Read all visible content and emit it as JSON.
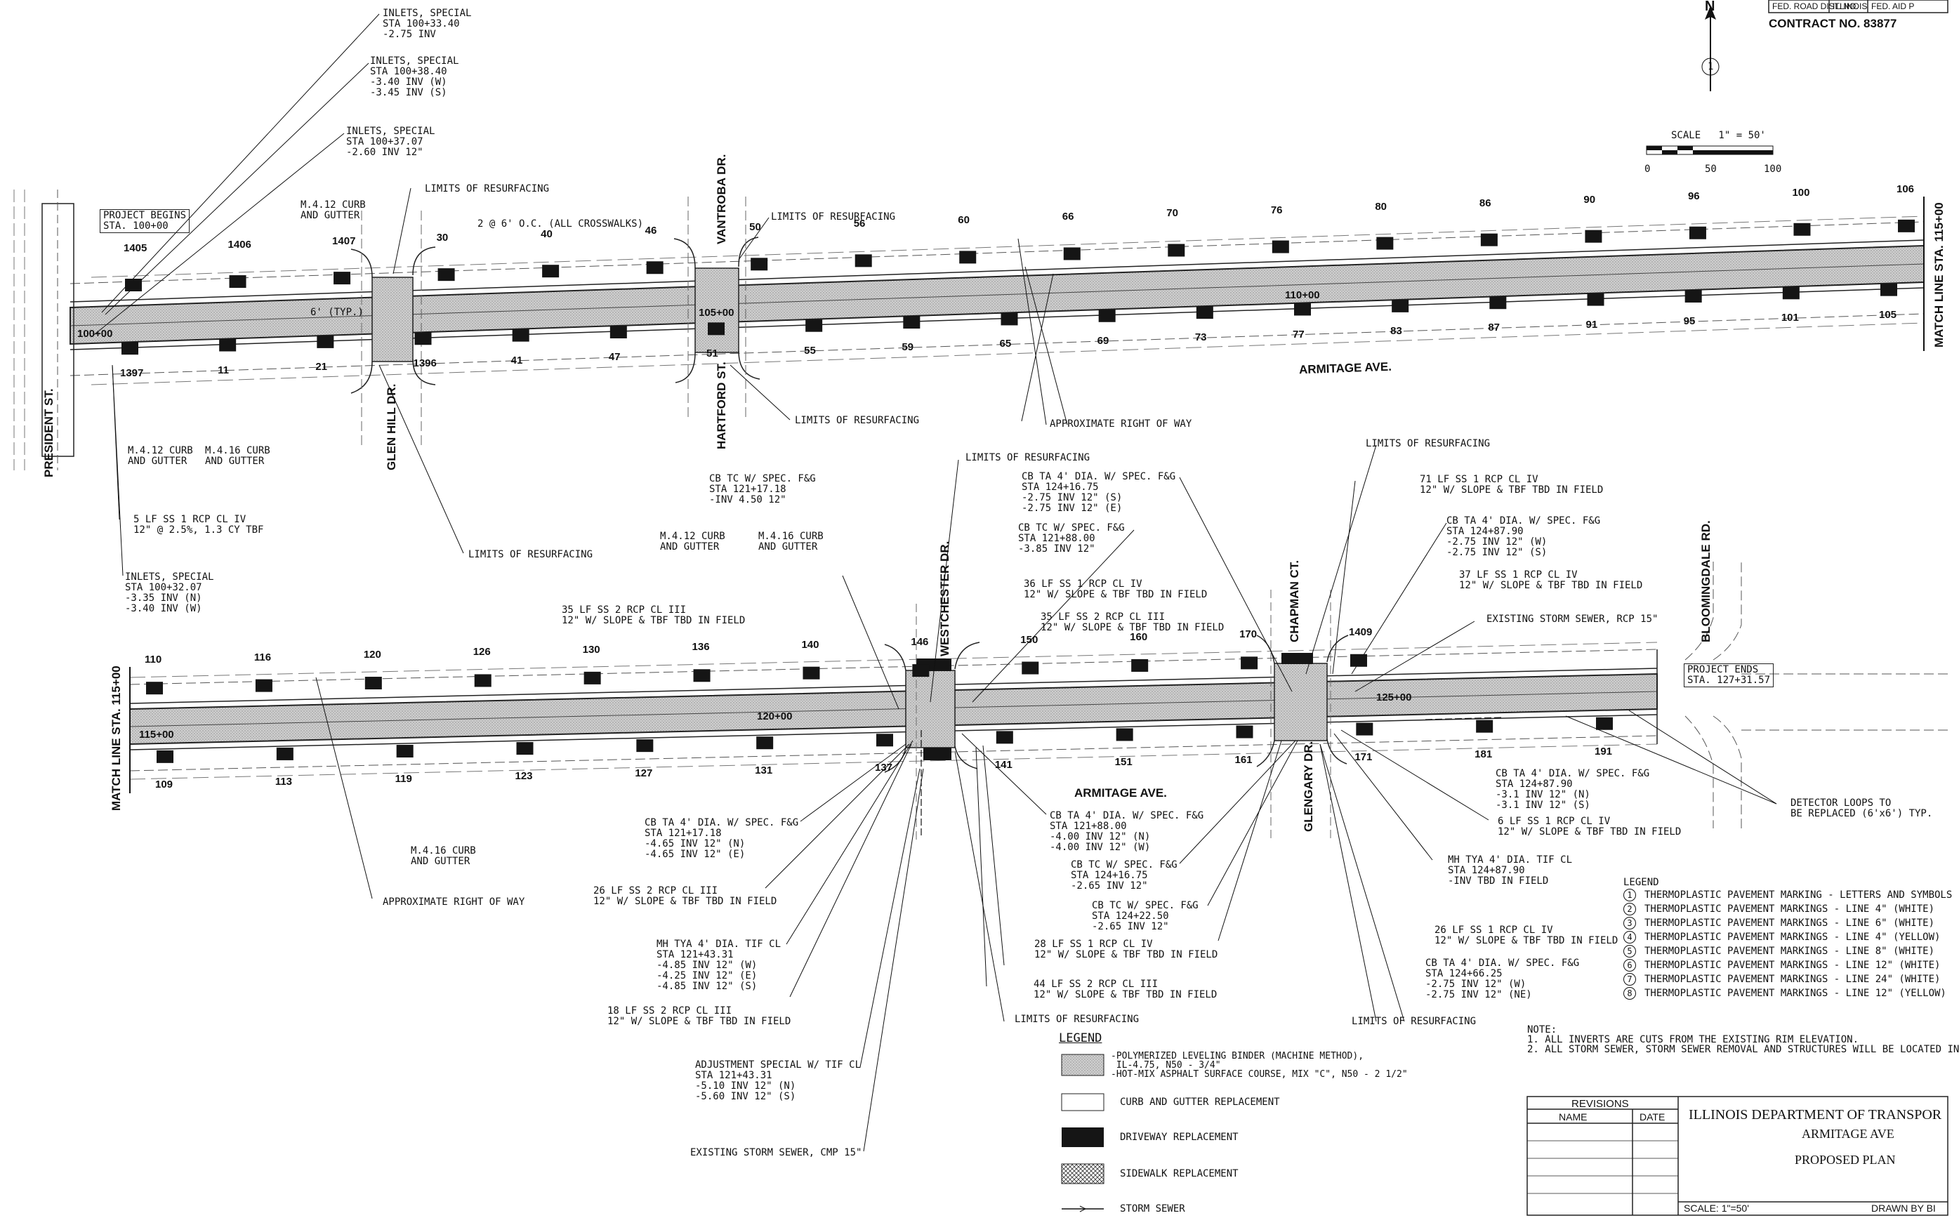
{
  "header": {
    "fed_road_dist": "FED. ROAD DIST. NO.",
    "state": "ILLINOIS",
    "fed_aid": "FED. AID P",
    "contract": "CONTRACT NO. 83877"
  },
  "north_arrow": {
    "letter": "N",
    "route": "1"
  },
  "scale_bar": {
    "title": "SCALE   1\" = 50'",
    "ticks": [
      "0",
      "50",
      "100"
    ]
  },
  "streets": {
    "president": "PRESIDENT ST.",
    "glen_hill": "GLEN HILL DR.",
    "vantroba": "VANTROBA DR.",
    "hartford": "HARTFORD ST.",
    "armitage_top": "ARMITAGE AVE.",
    "armitage_bottom": "ARMITAGE AVE.",
    "westchester": "WESTCHESTER DR.",
    "chapman": "CHAPMAN CT.",
    "glengary": "GLENGARY DR.",
    "bloomingdale": "BLOOMINGDALE RD.",
    "match_right": "MATCH LINE STA. 115+00",
    "match_left": "MATCH LINE STA. 115+00"
  },
  "stations": {
    "s100": "100+00",
    "s105": "105+00",
    "s110": "110+00",
    "s115": "115+00",
    "s120": "120+00",
    "s125": "125+00"
  },
  "project_begins": "PROJECT BEGINS\nSTA. 100+00",
  "project_ends": "PROJECT ENDS\nSTA. 127+31.57",
  "top_numbers_north": [
    "1405",
    "1406",
    "1407",
    "30",
    "40",
    "46",
    "50",
    "56",
    "60",
    "66",
    "70",
    "76",
    "80",
    "86",
    "90",
    "96",
    "100",
    "106"
  ],
  "top_numbers_south": [
    "1397",
    "11",
    "21",
    "1396",
    "41",
    "47",
    "51",
    "55",
    "59",
    "65",
    "69",
    "73",
    "77",
    "83",
    "87",
    "91",
    "95",
    "101",
    "105"
  ],
  "bottom_numbers_north": [
    "110",
    "116",
    "120",
    "126",
    "130",
    "136",
    "140",
    "146",
    "150",
    "160",
    "170",
    "1409"
  ],
  "bottom_numbers_south": [
    "109",
    "113",
    "119",
    "123",
    "127",
    "131",
    "137",
    "141",
    "151",
    "161",
    "171",
    "181",
    "191"
  ],
  "callouts": {
    "inlet1": "INLETS, SPECIAL\nSTA 100+33.40\n-2.75 INV",
    "inlet2": "INLETS, SPECIAL\nSTA 100+38.40\n-3.40 INV (W)\n-3.45 INV (S)",
    "inlet3": "INLETS, SPECIAL\nSTA 100+37.07\n-2.60 INV 12\"",
    "inlet4": "INLETS, SPECIAL\nSTA 100+32.07\n-3.35 INV (N)\n-3.40 INV (W)",
    "lor_glen": "LIMITS OF RESURFACING",
    "lor_vantroba": "LIMITS OF RESURFACING",
    "lor_hartford": "LIMITS OF RESURFACING",
    "lor_glenhill_s": "LIMITS OF RESURFACING",
    "lor_westchester": "LIMITS OF RESURFACING",
    "lor_chapman": "LIMITS OF RESURFACING",
    "lor_bot_w": "LIMITS OF RESURFACING",
    "lor_bot_e": "LIMITS OF RESURFACING",
    "approx_row_top": "APPROXIMATE RIGHT OF WAY",
    "approx_row_bot": "APPROXIMATE RIGHT OF WAY",
    "curb_m412_top": "M.4.12 CURB\nAND GUTTER",
    "curb_m412_bot": "M.4.12 CURB\nAND GUTTER",
    "curb_m416_bot": "M.4.16 CURB\nAND GUTTER",
    "curb_mid_412": "M.4.12 CURB\nAND GUTTER",
    "curb_mid_416": "M.4.16 CURB\nAND GUTTER",
    "curb_low_416": "M.4.16 CURB\nAND GUTTER",
    "crosswalks": "2 @ 6' O.C. (ALL CROSSWALKS)",
    "typ": "6' (TYP.)",
    "ss5": "5 LF SS 1 RCP CL IV\n12\" @ 2.5%, 1.3 CY TBF",
    "ss35a": "35 LF SS 2 RCP CL III\n12\" W/ SLOPE & TBF TBD IN FIELD",
    "cbtc1": "CB TC W/ SPEC. F&G\nSTA 121+17.18\n-INV 4.50 12\"",
    "cbta1": "CB TA 4' DIA. W/ SPEC. F&G\nSTA 124+16.75\n-2.75 INV 12\" (S)\n-2.75 INV 12\" (E)",
    "cbtc2": "CB TC W/ SPEC. F&G\nSTA 121+88.00\n-3.85 INV 12\"",
    "ss36": "36 LF SS 1 RCP CL IV\n12\" W/ SLOPE & TBF TBD IN FIELD",
    "ss35b": "35 LF SS 2 RCP CL III\n12\" W/ SLOPE & TBF TBD IN FIELD",
    "ss71": "71 LF SS 1 RCP CL IV\n12\" W/ SLOPE & TBF TBD IN FIELD",
    "cbta2": "CB TA 4' DIA. W/ SPEC. F&G\nSTA 124+87.90\n-2.75 INV 12\" (W)\n-2.75 INV 12\" (S)",
    "ss37": "37 LF SS 1 RCP CL IV\n12\" W/ SLOPE & TBF TBD IN FIELD",
    "exist15": "EXISTING STORM SEWER, RCP 15\"",
    "cbta3": "CB TA 4' DIA. W/ SPEC. F&G\nSTA 121+17.18\n-4.65 INV 12\" (N)\n-4.65 INV 12\" (E)",
    "cbta4": "CB TA 4' DIA. W/ SPEC. F&G\nSTA 121+88.00\n-4.00 INV 12\" (N)\n-4.00 INV 12\" (W)",
    "cbtc3": "CB TC W/ SPEC. F&G\nSTA 124+16.75\n-2.65 INV 12\"",
    "cbtc4": "CB TC W/ SPEC. F&G\nSTA 124+22.50\n-2.65 INV 12\"",
    "ss26": "26 LF SS 2 RCP CL III\n12\" W/ SLOPE & TBF TBD IN FIELD",
    "mh1": "MH TYA 4' DIA. TIF CL\nSTA 121+43.31\n-4.85 INV 12\" (W)\n-4.25 INV 12\" (E)\n-4.85 INV 12\" (S)",
    "ss28": "28 LF SS 1 RCP CL IV\n12\" W/ SLOPE & TBF TBD IN FIELD",
    "ss44": "44 LF SS 2 RCP CL III\n12\" W/ SLOPE & TBF TBD IN FIELD",
    "ss18": "18 LF SS 2 RCP CL III\n12\" W/ SLOPE & TBF TBD IN FIELD",
    "adj": "ADJUSTMENT SPECIAL W/ TIF CL\nSTA 121+43.31\n-5.10 INV 12\" (N)\n-5.60 INV 12\" (S)",
    "exist_cmp": "EXISTING STORM SEWER, CMP 15\"",
    "cbta5": "CB TA 4' DIA. W/ SPEC. F&G\nSTA 124+87.90\n-3.1 INV 12\" (N)\n-3.1 INV 12\" (S)",
    "ss6": "6 LF SS 1 RCP CL IV\n12\" W/ SLOPE & TBF TBD IN FIELD",
    "mh2": "MH TYA 4' DIA. TIF CL\nSTA 124+87.90\n-INV TBD IN FIELD",
    "ss26b": "26 LF SS 1 RCP CL IV\n12\" W/ SLOPE & TBF TBD IN FIELD",
    "cbta6": "CB TA 4' DIA. W/ SPEC. F&G\nSTA 124+66.25\n-2.75 INV 12\" (W)\n-2.75 INV 12\" (NE)",
    "detector": "DETECTOR LOOPS TO\nBE REPLACED (6'x6') TYP."
  },
  "marking_legend": {
    "title": "LEGEND",
    "items": [
      {
        "n": "1",
        "text": "THERMOPLASTIC PAVEMENT MARKING - LETTERS AND SYMBOLS"
      },
      {
        "n": "2",
        "text": "THERMOPLASTIC PAVEMENT MARKINGS - LINE 4\" (WHITE)"
      },
      {
        "n": "3",
        "text": "THERMOPLASTIC PAVEMENT MARKINGS - LINE 6\" (WHITE)"
      },
      {
        "n": "4",
        "text": "THERMOPLASTIC PAVEMENT MARKINGS - LINE 4\" (YELLOW)"
      },
      {
        "n": "5",
        "text": "THERMOPLASTIC PAVEMENT MARKINGS - LINE 8\" (WHITE)"
      },
      {
        "n": "6",
        "text": "THERMOPLASTIC PAVEMENT MARKINGS - LINE 12\" (WHITE)"
      },
      {
        "n": "7",
        "text": "THERMOPLASTIC PAVEMENT MARKINGS - LINE 24\" (WHITE)"
      },
      {
        "n": "8",
        "text": "THERMOPLASTIC PAVEMENT MARKINGS - LINE 12\" (YELLOW)"
      }
    ]
  },
  "notes": {
    "title": "NOTE:",
    "n1": "1. ALL INVERTS ARE CUTS FROM THE EXISTING RIM ELEVATION.",
    "n2": "2. ALL STORM SEWER, STORM SEWER REMOVAL AND STRUCTURES WILL BE LOCATED IN"
  },
  "material_legend": {
    "title": "LEGEND",
    "binder": "-POLYMERIZED LEVELING BINDER (MACHINE METHOD),\n IL-4.75, N50 - 3/4\"\n-HOT-MIX ASPHALT SURFACE COURSE, MIX \"C\", N50 - 2 1/2\"",
    "curb": "CURB AND GUTTER REPLACEMENT",
    "driveway": "DRIVEWAY REPLACEMENT",
    "sidewalk": "SIDEWALK REPLACEMENT",
    "storm": "STORM SEWER"
  },
  "title_block": {
    "revisions": "REVISIONS",
    "name": "NAME",
    "date": "DATE",
    "agency": "ILLINOIS DEPARTMENT OF TRANSPOR",
    "street": "ARMITAGE AVE",
    "sheet": "PROPOSED PLAN",
    "scale": "SCALE: 1\"=50'",
    "drawn": "DRAWN BY   BI"
  },
  "colors": {
    "ink": "#111111",
    "road_fill": "#d4d4d4",
    "driveway": "#151515"
  }
}
